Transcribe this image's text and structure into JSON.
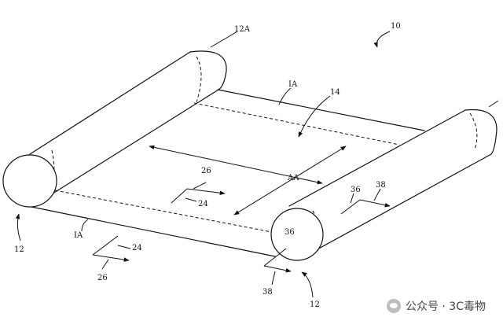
{
  "labels": {
    "ref_10": "10",
    "ref_12a": "12A",
    "ref_14": "14",
    "ref_ia_top": "IA",
    "ref_ia_bottom": "IA",
    "ref_aa": "AA",
    "ref_12_left": "12",
    "ref_12_right": "12",
    "ref_26_center": "26",
    "ref_24_center": "24",
    "ref_24_bottom": "24",
    "ref_26_bottom": "26",
    "ref_36_upper": "36",
    "ref_38_upper": "38",
    "ref_36_lower": "36",
    "ref_38_lower": "38"
  },
  "watermark": {
    "text": "公众号 · 3C毒物",
    "icon": "wechat-icon"
  }
}
